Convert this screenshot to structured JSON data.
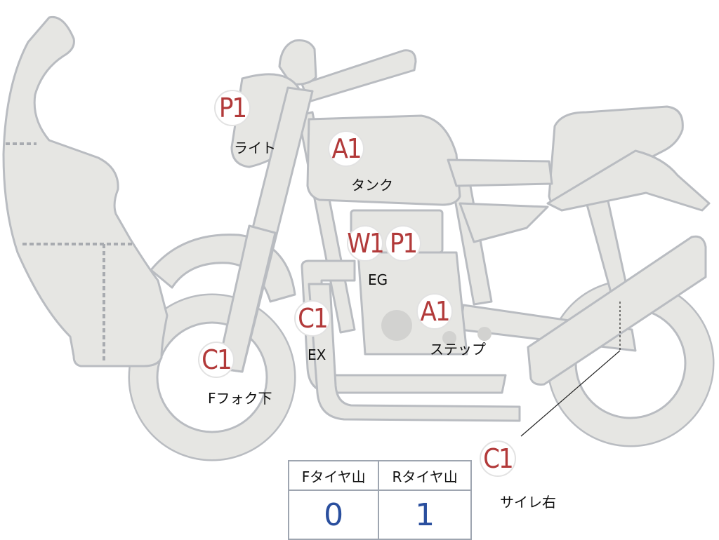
{
  "badges": {
    "light": {
      "code": "P1",
      "label": "ライト"
    },
    "tank": {
      "code": "A1",
      "label": "タンク"
    },
    "eg_w": {
      "code": "W1"
    },
    "eg_p": {
      "code": "P1",
      "label": "EG"
    },
    "ex": {
      "code": "C1",
      "label": "EX"
    },
    "step": {
      "code": "A1",
      "label": "ステップ"
    },
    "fork": {
      "code": "C1",
      "label": "Fフォク下"
    },
    "side": {
      "code": "C1",
      "label": "サイレ右"
    }
  },
  "tire_table": {
    "headers": [
      "Fタイヤ山",
      "Rタイヤ山"
    ],
    "values": [
      "0",
      "1"
    ]
  },
  "colors": {
    "part_fill": "#e6e6e3",
    "part_stroke": "#b9bcc1",
    "badge_text": "#b23a3a",
    "value_text": "#2a4f9e"
  }
}
